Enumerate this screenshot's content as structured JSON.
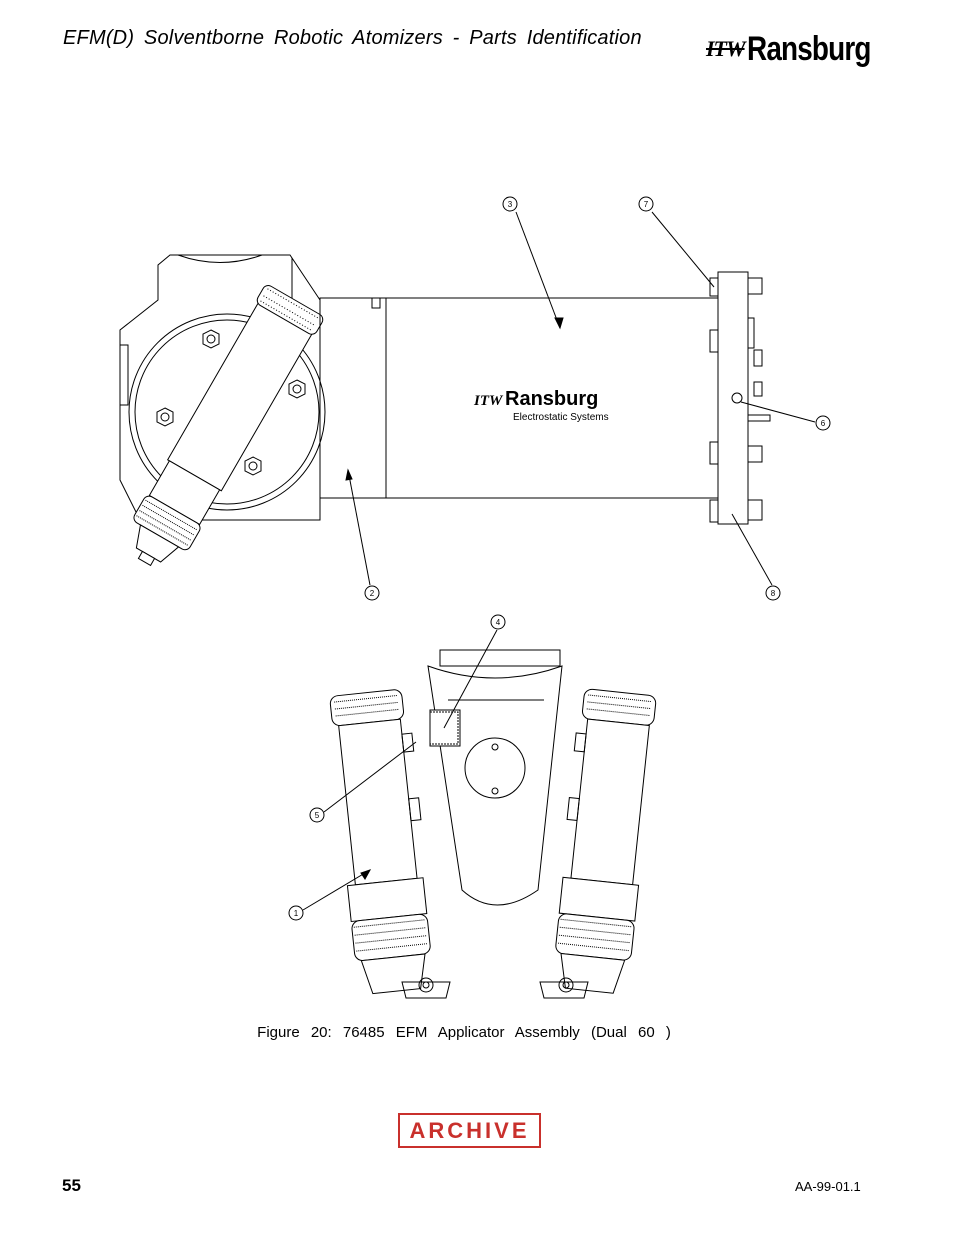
{
  "header": {
    "title": "EFM(D)  Solventborne  Robotic  Atomizers  -  Parts  Identification",
    "logo_prefix": "ITW",
    "logo_brand": "Ransburg"
  },
  "drawing": {
    "body_logo_prefix": "ITW",
    "body_logo_brand": "Ransburg",
    "body_logo_sub": "Electrostatic Systems",
    "callouts": [
      "1",
      "2",
      "3",
      "4",
      "5",
      "6",
      "7",
      "8"
    ]
  },
  "caption": "Figure  20:   76485  EFM  Applicator  Assembly  (Dual  60 )",
  "stamp": "ARCHIVE",
  "footer": {
    "page_number": "55",
    "doc_id": "AA-99-01.1"
  },
  "colors": {
    "stamp": "#c9302c",
    "ink": "#000000"
  }
}
